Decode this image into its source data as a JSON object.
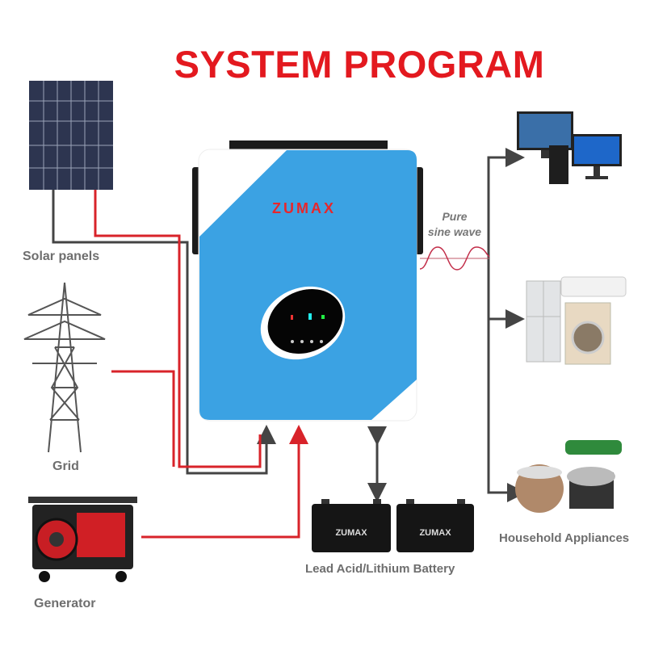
{
  "title": "SYSTEM PROGRAM",
  "brand": "ZUMAX",
  "labels": {
    "solar": "Solar panels",
    "grid": "Grid",
    "generator": "Generator",
    "battery": "Lead Acid/Lithium Battery",
    "appliances": "Household Appliances",
    "sine_line1": "Pure",
    "sine_line2": "sine wave"
  },
  "battery_brand": "ZUMAX",
  "colors": {
    "title": "#e3191f",
    "inverter": "#3ba2e3",
    "wire_red": "#d8232a",
    "wire_black": "#444444"
  }
}
